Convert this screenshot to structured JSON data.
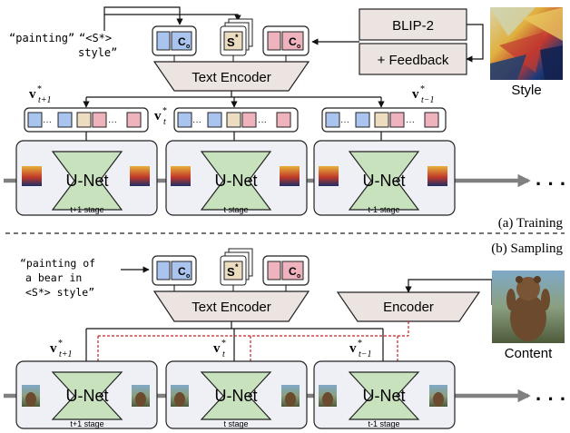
{
  "training": {
    "quote_painting": "“painting”",
    "quote_style_1": "“<S*>",
    "quote_style_2": "style”",
    "token_c": "C",
    "token_c_sub": "o",
    "token_s": "S",
    "token_s_sup": "*",
    "blip2_label": "BLIP-2",
    "feedback_label": "+ Feedback",
    "style_caption": "Style",
    "text_encoder_label": "Text Encoder",
    "v_symbol": "v",
    "v_sup": "*",
    "v_sub_plus": "t+1",
    "v_sub_t": "t",
    "v_sub_minus": "t−1",
    "unet_label": "U-Net",
    "stage_plus": "t+1 stage",
    "stage_t": "t  stage",
    "stage_minus": "t-1 stage",
    "ellipsis": "· · ·",
    "section_label": "(a) Training"
  },
  "sampling": {
    "section_label": "(b) Sampling",
    "quote_line1": "“painting of",
    "quote_line2": "a bear in",
    "quote_line3": "<S*> style”",
    "text_encoder_label": "Text Encoder",
    "encoder_label": "Encoder",
    "content_caption": "Content",
    "unet_label": "U-Net",
    "stage_plus": "t+1 stage",
    "stage_t": "t  stage",
    "stage_minus": "t-1 stage",
    "ellipsis": "· · ·"
  },
  "colors": {
    "token_blue": "#a9c4ee",
    "token_pink": "#efb3bd",
    "token_beige": "#ecdcc0",
    "unet_green": "#c8e2bd",
    "encoder_fill": "#ece4e0",
    "stage_fill": "#eef0f6",
    "arrow_red": "#cc2222",
    "flow_gray": "#808080"
  }
}
